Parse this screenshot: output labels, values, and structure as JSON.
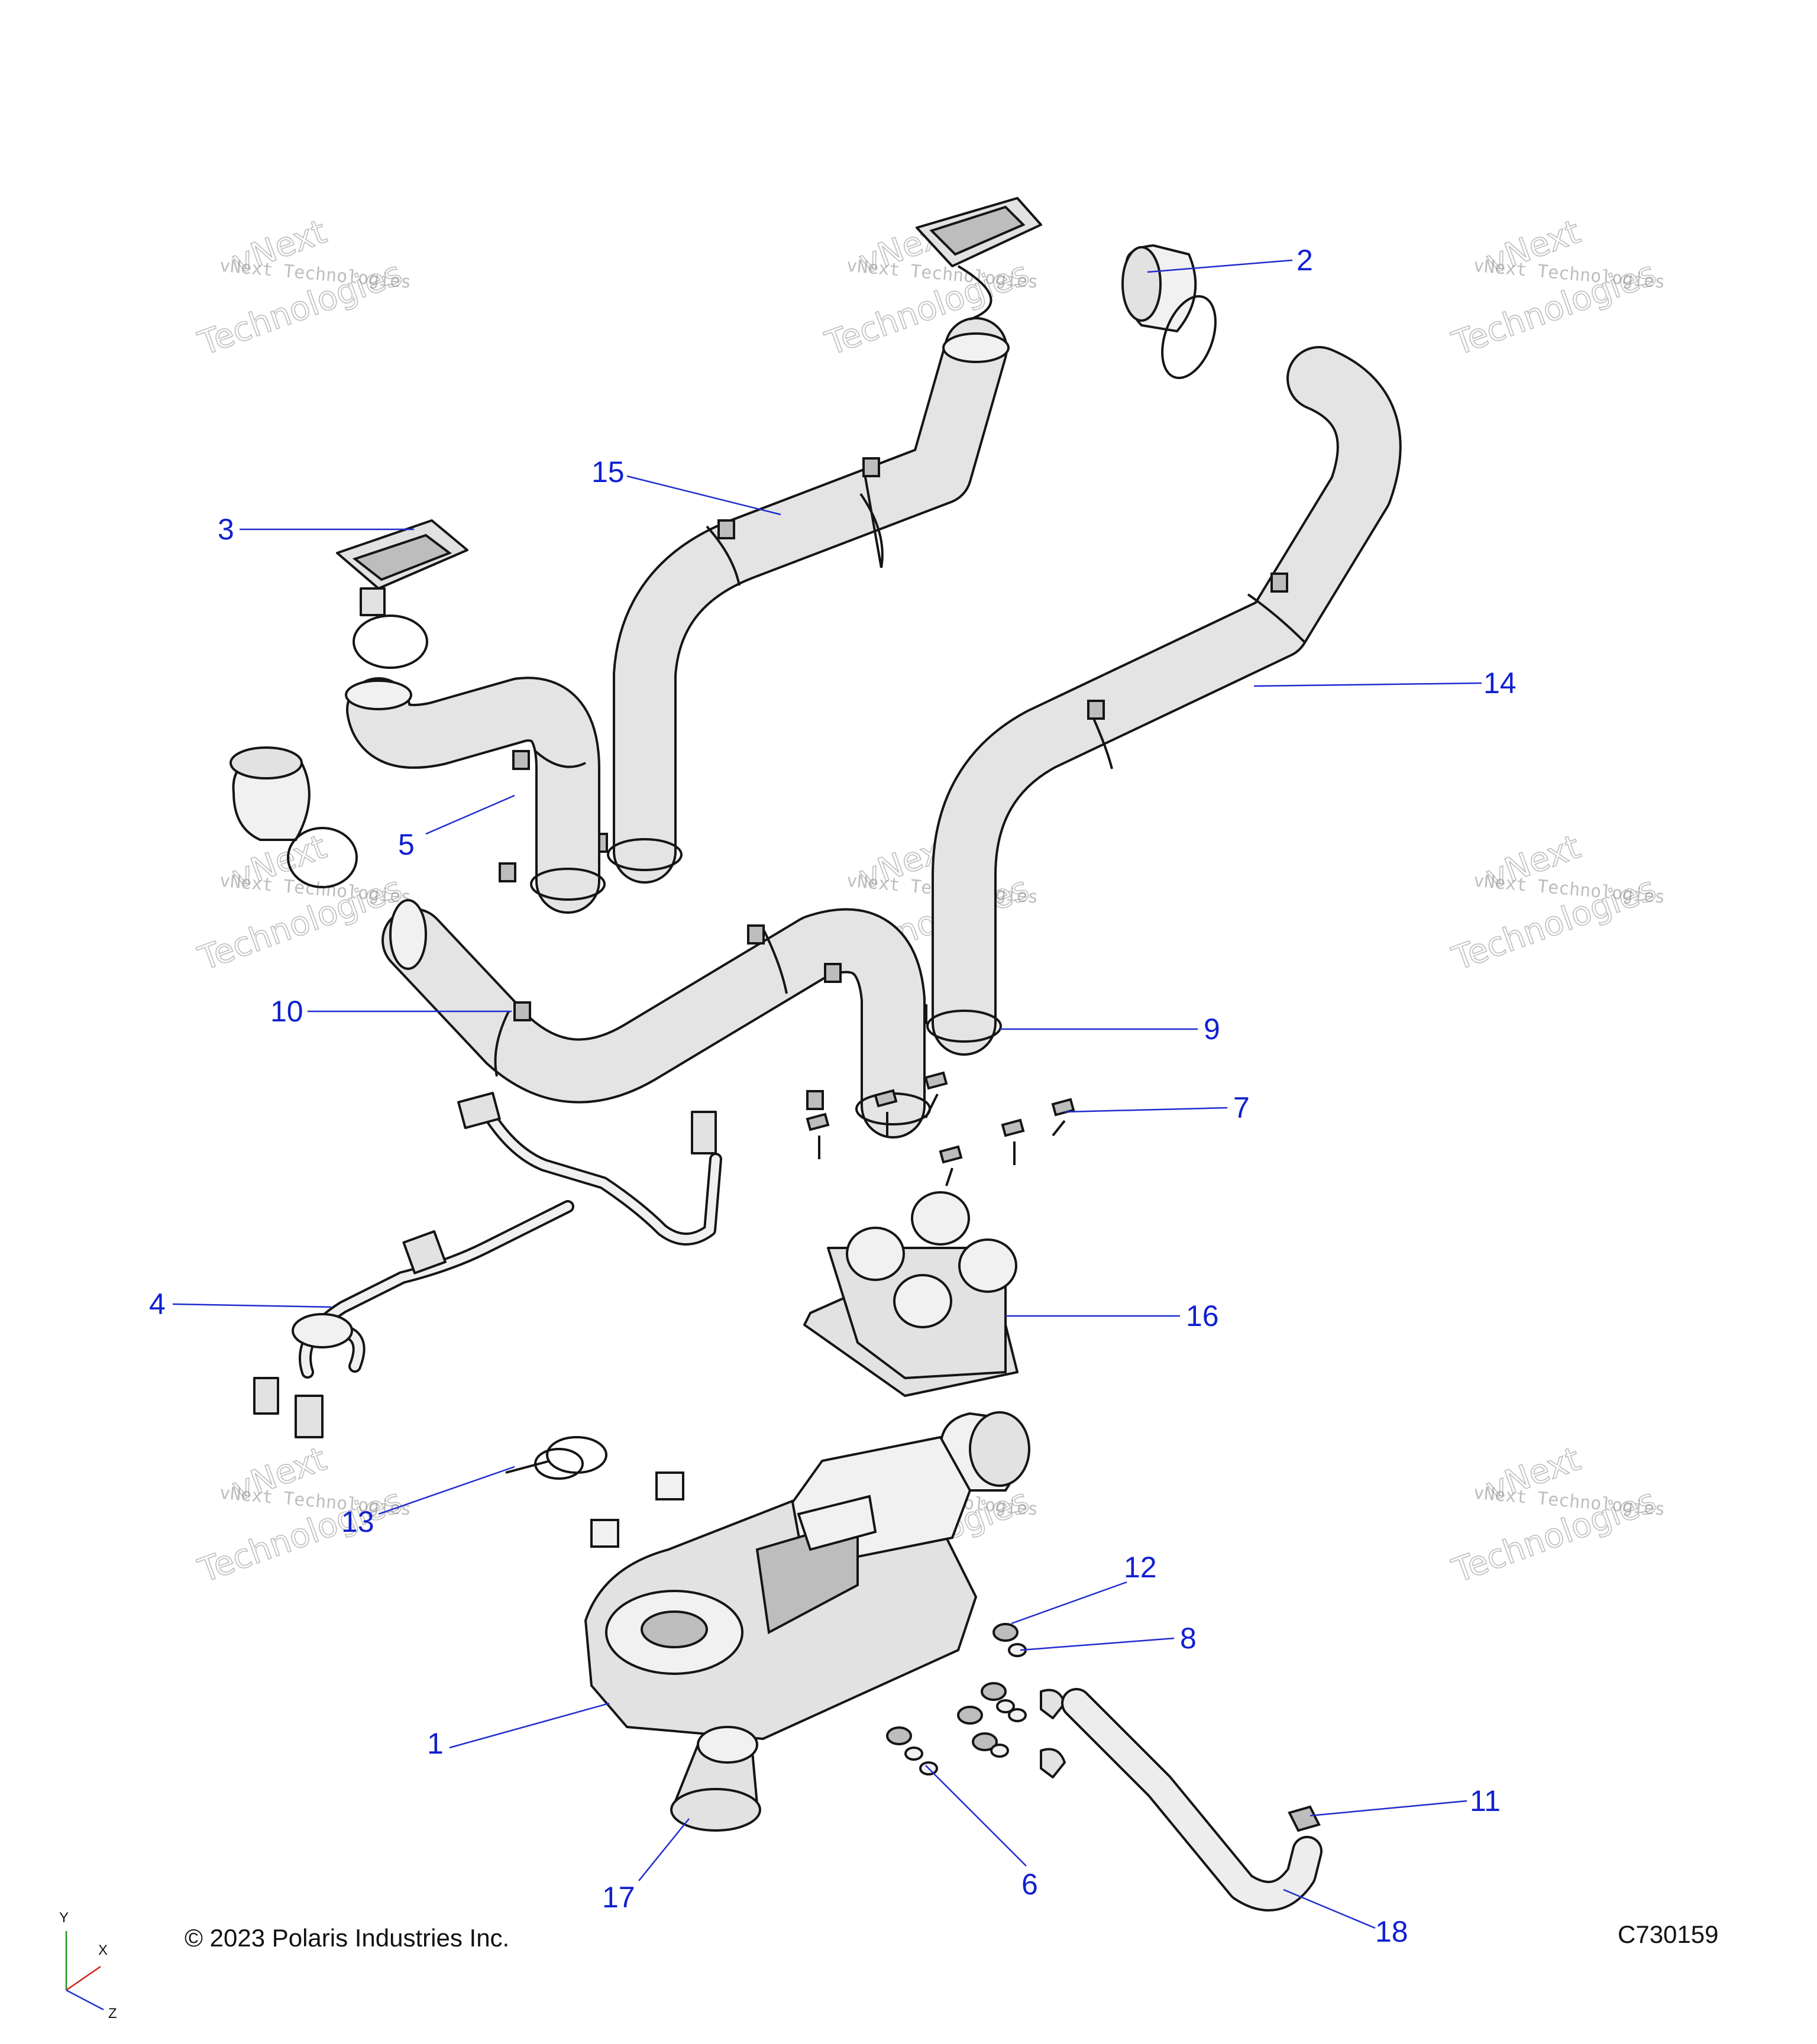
{
  "callouts": [
    {
      "label": "1"
    },
    {
      "label": "2"
    },
    {
      "label": "3"
    },
    {
      "label": "4"
    },
    {
      "label": "5"
    },
    {
      "label": "6"
    },
    {
      "label": "7"
    },
    {
      "label": "8"
    },
    {
      "label": "9"
    },
    {
      "label": "10"
    },
    {
      "label": "11"
    },
    {
      "label": "12"
    },
    {
      "label": "13"
    },
    {
      "label": "14"
    },
    {
      "label": "15"
    },
    {
      "label": "16"
    },
    {
      "label": "17"
    },
    {
      "label": "18"
    }
  ],
  "watermark": {
    "line1": "vNext Technologies",
    "line2": "Technologies",
    "line3": "vNext"
  },
  "footer": {
    "copyright": "© 2023 Polaris Industries Inc.",
    "diagram_code": "C730159"
  },
  "axis": {
    "y": "Y",
    "x": "X",
    "z": "Z"
  }
}
